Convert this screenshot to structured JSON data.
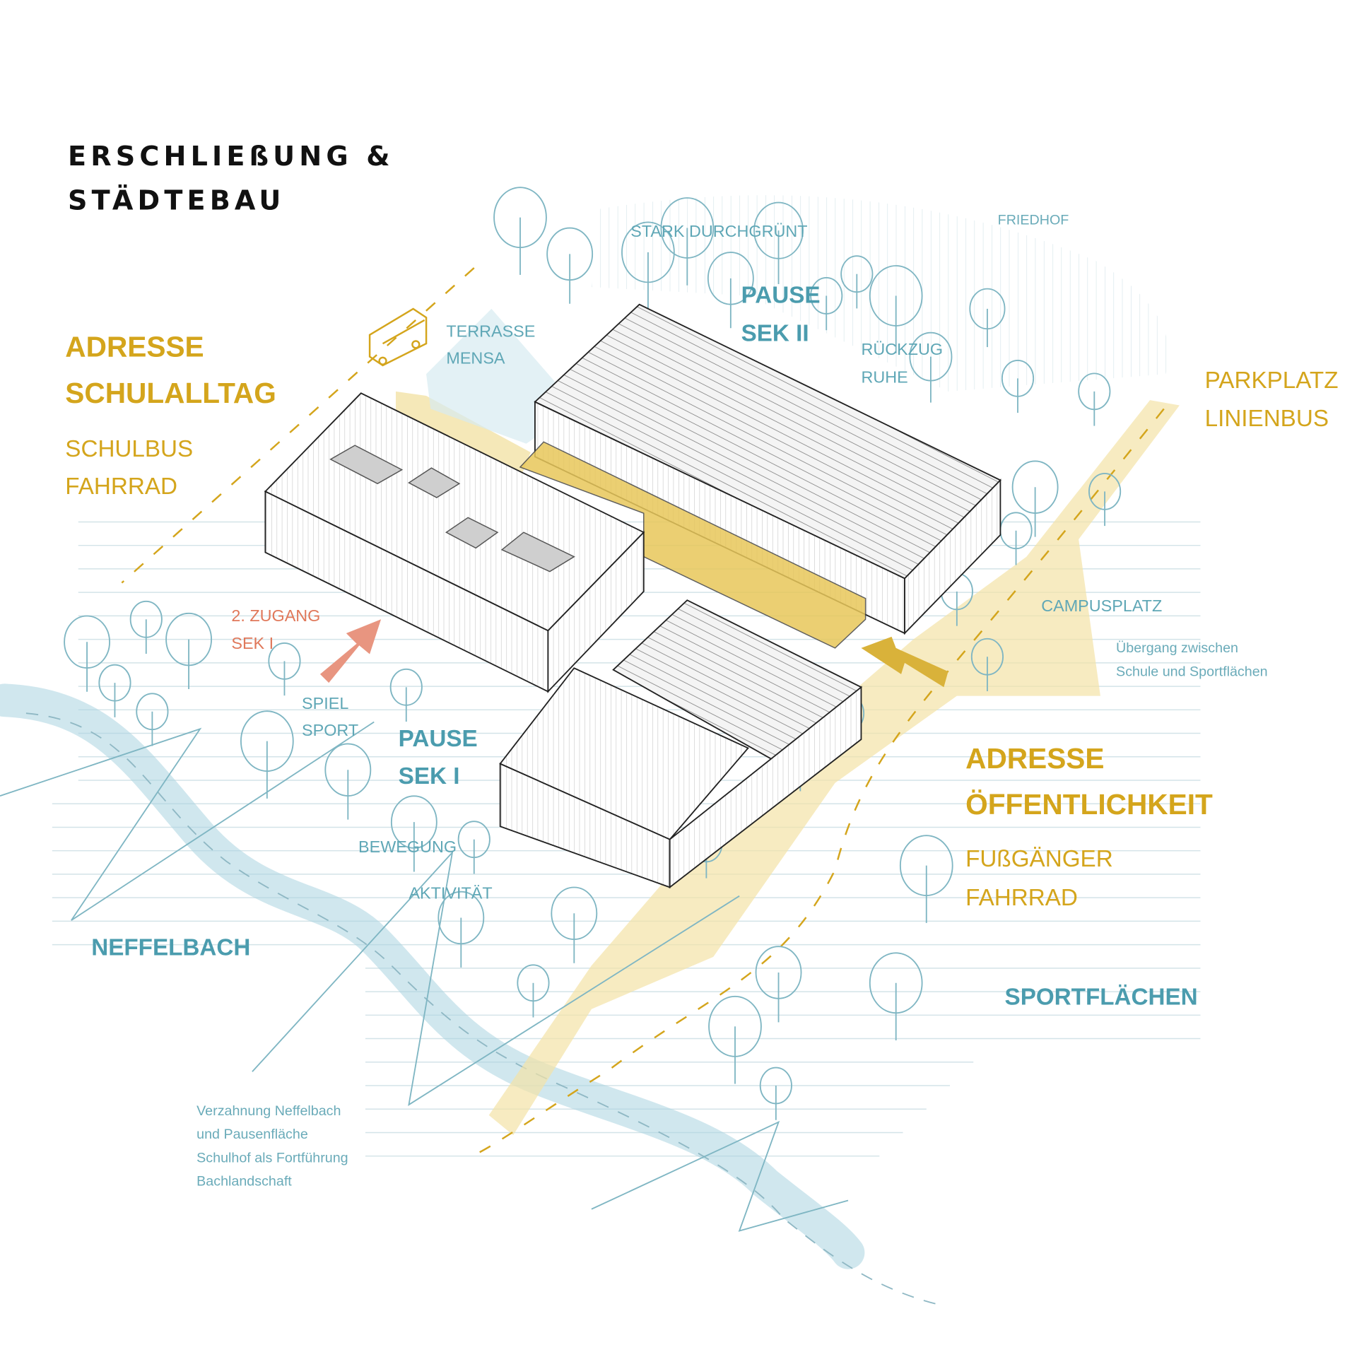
{
  "title": {
    "line1": "ERSCHLIEßUNG &",
    "line2": "STÄDTEBAU"
  },
  "colors": {
    "gold": "#d4a51c",
    "teal": "#4b9cae",
    "orange": "#e0785a",
    "yellow_band": "#f3e2a6",
    "river": "#a9d3e0"
  },
  "labels": {
    "adresse_schulalltag": {
      "line1": "ADRESSE",
      "line2": "SCHULALLTAG",
      "sub1": "SCHULBUS",
      "sub2": "FAHRRAD"
    },
    "terrasse_mensa": {
      "line1": "TERRASSE",
      "line2": "MENSA"
    },
    "stark_durchgruent": "STARK DURCHGRÜNT",
    "friedhof": "FRIEDHOF",
    "pause_sek2": {
      "line1": "PAUSE",
      "line2": "SEK II"
    },
    "rueckzug_ruhe": {
      "line1": "RÜCKZUG",
      "line2": "RUHE"
    },
    "parkplatz_linienbus": {
      "line1": "PARKPLATZ",
      "line2": "LINIENBUS"
    },
    "campusplatz": "CAMPUSPLATZ",
    "uebergang": {
      "line1": "Übergang zwischen",
      "line2": "Schule und Sportflächen"
    },
    "zugang_sek1": {
      "line1": "2. ZUGANG",
      "line2": "SEK I"
    },
    "spiel_sport": {
      "line1": "SPIEL",
      "line2": "SPORT"
    },
    "pause_sek1": {
      "line1": "PAUSE",
      "line2": "SEK I"
    },
    "adresse_oeffentlichkeit": {
      "line1": "ADRESSE",
      "line2": "ÖFFENTLICHKEIT",
      "sub1": "FUßGÄNGER",
      "sub2": "FAHRRAD"
    },
    "bewegung": "BEWEGUNG",
    "aktivitaet": "AKTIVITÄT",
    "neffelbach": "NEFFELBACH",
    "sportflaechen": "SPORTFLÄCHEN",
    "verzahnung": {
      "line1": "Verzahnung Neffelbach",
      "line2": "und Pausenfläche",
      "line3": "Schulhof als Fortführung",
      "line4": "Bachlandschaft"
    }
  },
  "icons": {
    "bus": "bus-icon",
    "arrow_sek1": "arrow-icon",
    "arrow_campus": "arrow-icon",
    "tree": "tree-icon"
  }
}
